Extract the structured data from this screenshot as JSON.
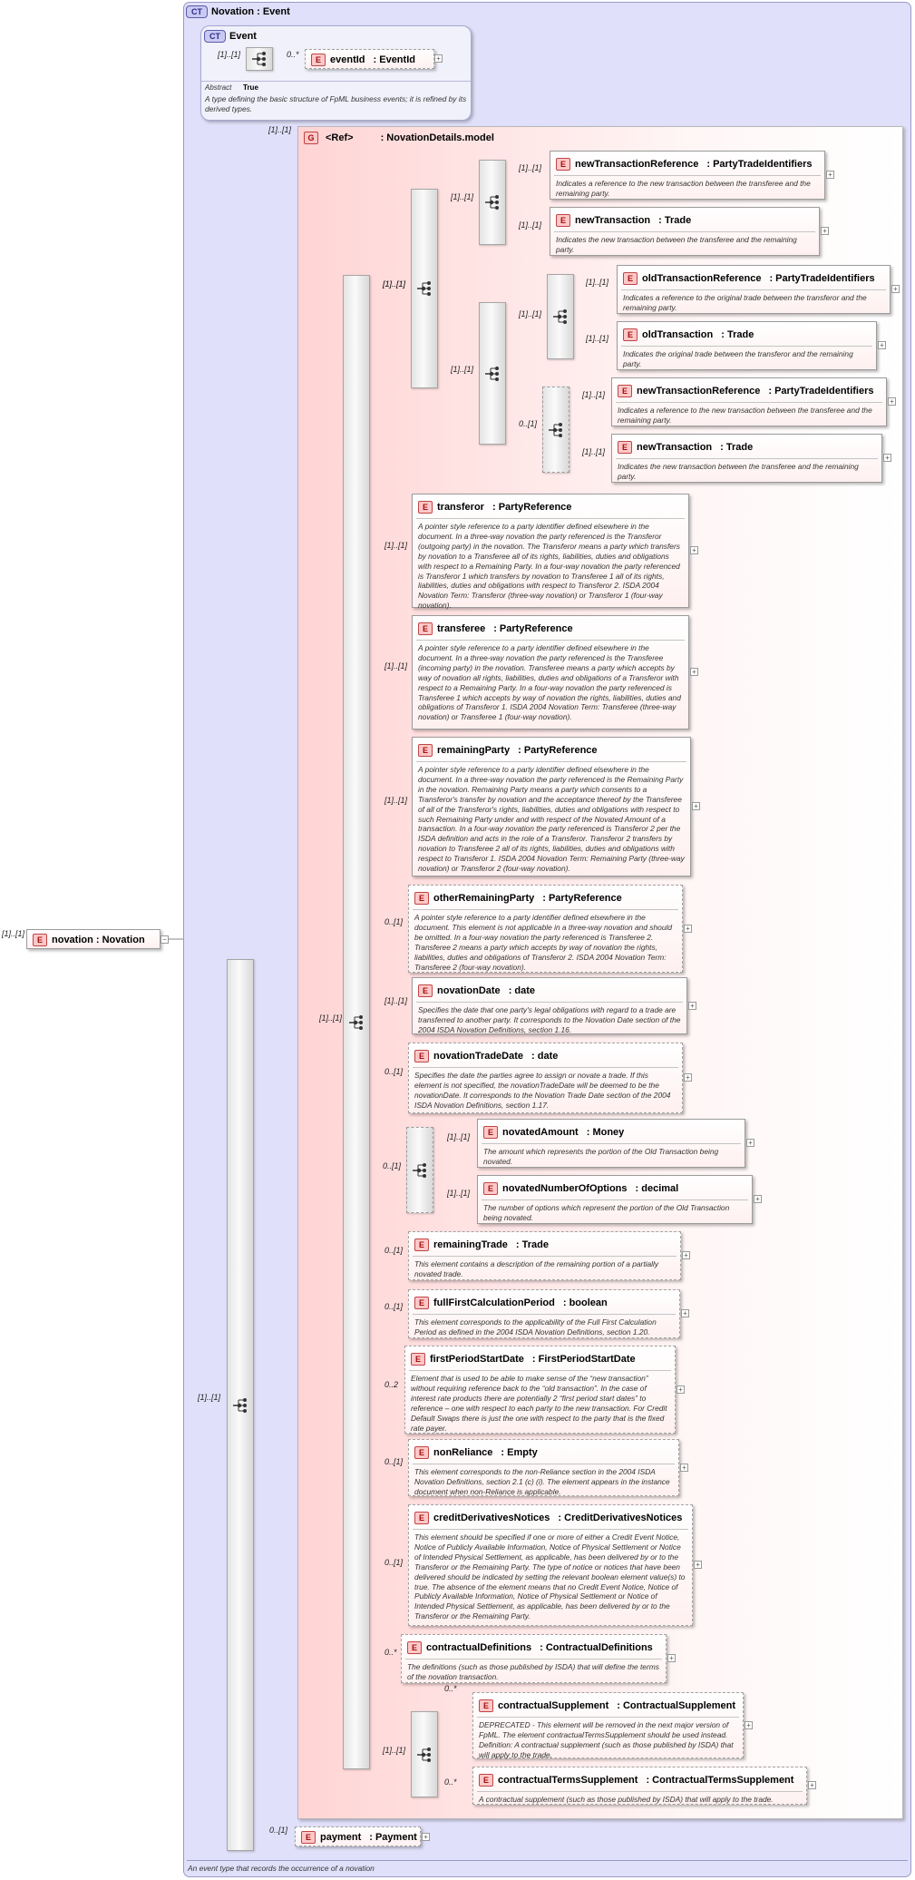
{
  "complex_type": {
    "badge": "CT",
    "title": "Novation : Event",
    "footer": "An event type that records the occurrence of a novation"
  },
  "root_element": {
    "badge": "E",
    "label": "novation : Novation",
    "card": "[1]..[1]"
  },
  "event_type": {
    "badge": "CT",
    "title": "Event",
    "seq_card": "[1]..[1]",
    "child_card": "0..*",
    "child_badge": "E",
    "child_name": "eventId",
    "child_type": ": EventId",
    "abstract_label": "Abstract",
    "abstract_value": "True",
    "description": "A type defining the basic structure of FpML business events; it is refined by its derived types."
  },
  "group": {
    "badge": "G",
    "ref": "<Ref>",
    "name": ": NovationDetails.model",
    "card": "[1]..[1]"
  },
  "cards": {
    "root_seq": "[1]..[1]",
    "main_seq": "[1]..[1]",
    "choice_seq": "[1]..[1]",
    "inner_seq_a": "[1]..[1]",
    "inner_seq_b": "[1]..[1]",
    "inner_seq_b_1": "[1]..[1]",
    "inner_seq_b_2": "0..[1]",
    "novated_choice": "0..[1]",
    "supp_seq": "[1]..[1]",
    "payment": "0..[1]"
  },
  "elements": [
    {
      "id": "newTransactionReference_a",
      "name": "newTransactionReference",
      "type": ": PartyTradeIdentifiers",
      "card": "[1]..[1]",
      "optional": false,
      "desc": "Indicates a reference to the new transaction between the transferee and the remaining party."
    },
    {
      "id": "newTransaction_a",
      "name": "newTransaction",
      "type": ": Trade",
      "card": "[1]..[1]",
      "optional": false,
      "desc": "Indicates the new transaction between the transferee and the remaining party."
    },
    {
      "id": "oldTransactionReference",
      "name": "oldTransactionReference",
      "type": ": PartyTradeIdentifiers",
      "card": "[1]..[1]",
      "optional": false,
      "desc": "Indicates a reference to the original trade between the transferor and the remaining party."
    },
    {
      "id": "oldTransaction",
      "name": "oldTransaction",
      "type": ": Trade",
      "card": "[1]..[1]",
      "optional": false,
      "desc": "Indicates the original trade between the transferor and the remaining party."
    },
    {
      "id": "newTransactionReference_b",
      "name": "newTransactionReference",
      "type": ": PartyTradeIdentifiers",
      "card": "[1]..[1]",
      "optional": false,
      "desc": "Indicates a reference to the new transaction between the transferee and the remaining party."
    },
    {
      "id": "newTransaction_b",
      "name": "newTransaction",
      "type": ": Trade",
      "card": "[1]..[1]",
      "optional": false,
      "desc": "Indicates the new transaction between the transferee and the remaining party."
    },
    {
      "id": "transferor",
      "name": "transferor",
      "type": ": PartyReference",
      "card": "[1]..[1]",
      "optional": false,
      "desc": "A pointer style reference to a party identifier defined elsewhere in the document. In a three-way novation the party referenced is the Transferor (outgoing party) in the novation. The Transferor means a party which transfers by novation to a Transferee all of its rights, liabilities, duties and obligations with respect to a Remaining Party. In a four-way novation the party referenced is Transferor 1 which transfers by novation to Transferee 1 all of its rights, liabilities, duties and obligations with respect to Transferor 2. ISDA 2004 Novation Term: Transferor (three-way novation) or Transferor 1 (four-way novation)."
    },
    {
      "id": "transferee",
      "name": "transferee",
      "type": ": PartyReference",
      "card": "[1]..[1]",
      "optional": false,
      "desc": "A pointer style reference to a party identifier defined elsewhere in the document. In a three-way novation the party referenced is the Transferee (incoming party) in the novation. Transferee means a party which accepts by way of novation all rights, liabilities, duties and obligations of a Transferor with respect to a Remaining Party. In a four-way novation the party referenced is Transferee 1 which accepts by way of novation the rights, liabilities, duties and obligations of Transferor 1. ISDA 2004 Novation Term: Transferee (three-way novation) or Transferee 1 (four-way novation)."
    },
    {
      "id": "remainingParty",
      "name": "remainingParty",
      "type": ": PartyReference",
      "card": "[1]..[1]",
      "optional": false,
      "desc": "A pointer style reference to a party identifier defined elsewhere in the document. In a three-way novation the party referenced is the Remaining Party in the novation. Remaining Party means a party which consents to a Transferor's transfer by novation and the acceptance thereof by the Transferee of all of the Transferor's rights, liabilities, duties and obligations with respect to such Remaining Party under and with respect of the Novated Amount of a transaction. In a four-way novation the party referenced is Transferor 2 per the ISDA definition and acts in the role of a Transferor. Transferor 2 transfers by novation to Transferee 2 all of its rights, liabilities, duties and obligations with respect to Transferor 1. ISDA 2004 Novation Term: Remaining Party (three-way novation) or Transferor 2 (four-way novation)."
    },
    {
      "id": "otherRemainingParty",
      "name": "otherRemainingParty",
      "type": ": PartyReference",
      "card": "0..[1]",
      "optional": true,
      "desc": "A pointer style reference to a party identifier defined elsewhere in the document. This element is not applicable in a three-way novation and should be omitted. In a four-way novation the party referenced is Transferee 2. Transferee 2 means a party which accepts by way of novation the rights, liabilities, duties and obligations of Transferor 2. ISDA 2004 Novation Term: Transferee 2 (four-way novation)."
    },
    {
      "id": "novationDate",
      "name": "novationDate",
      "type": ": date",
      "card": "[1]..[1]",
      "optional": false,
      "desc": "Specifies the date that one party's legal obligations with regard to a trade are transferred to another party. It corresponds to the Novation Date section of the 2004 ISDA Novation Definitions, section 1.16."
    },
    {
      "id": "novationTradeDate",
      "name": "novationTradeDate",
      "type": ": date",
      "card": "0..[1]",
      "optional": true,
      "desc": "Specifies the date the parties agree to assign or novate a trade. If this element is not specified, the novationTradeDate will be deemed to be the novationDate. It corresponds to the Novation Trade Date section of the 2004 ISDA Novation Definitions, section 1.17."
    },
    {
      "id": "novatedAmount",
      "name": "novatedAmount",
      "type": ": Money",
      "card": "[1]..[1]",
      "optional": false,
      "desc": "The amount which represents the portion of the Old Transaction being novated."
    },
    {
      "id": "novatedNumberOfOptions",
      "name": "novatedNumberOfOptions",
      "type": ": decimal",
      "card": "[1]..[1]",
      "optional": false,
      "desc": "The number of options which represent the portion of the Old Transaction being novated."
    },
    {
      "id": "remainingTrade",
      "name": "remainingTrade",
      "type": ": Trade",
      "card": "0..[1]",
      "optional": true,
      "desc": "This element contains a description of the remaining portion of a partially novated trade."
    },
    {
      "id": "fullFirstCalculationPeriod",
      "name": "fullFirstCalculationPeriod",
      "type": ": boolean",
      "card": "0..[1]",
      "optional": true,
      "desc": "This element corresponds to the applicability of the Full First Calculation Period as defined in the 2004 ISDA Novation Definitions, section 1.20."
    },
    {
      "id": "firstPeriodStartDate",
      "name": "firstPeriodStartDate",
      "type": ": FirstPeriodStartDate",
      "card": "0..2",
      "optional": true,
      "desc": "Element that is used to be able to make sense of the “new transaction” without requiring reference back to the “old transaction”. In the case of interest rate products there are potentially 2 “first period start dates” to reference – one with respect to each party to the new transaction. For Credit Default Swaps there is just the one with respect to the party that is the fixed rate payer."
    },
    {
      "id": "nonReliance",
      "name": "nonReliance",
      "type": ": Empty",
      "card": "0..[1]",
      "optional": true,
      "desc": "This element corresponds to the non-Reliance section in the 2004 ISDA Novation Definitions, section 2.1 (c) (i). The element appears in the instance document when non-Reliance is applicable."
    },
    {
      "id": "creditDerivativesNotices",
      "name": "creditDerivativesNotices",
      "type": ": CreditDerivativesNotices",
      "card": "0..[1]",
      "optional": true,
      "desc": "This element should be specified if one or more of either a Credit Event Notice, Notice of Publicly Available Information, Notice of Physical Settlement or Notice of Intended Physical Settlement, as applicable, has been delivered by or to the Transferor or the Remaining Party. The type of notice or notices that have been delivered should be indicated by setting the relevant boolean element value(s) to true. The absence of the element means that no Credit Event Notice, Notice of Publicly Available Information, Notice of Physical Settlement or Notice of Intended Physical Settlement, as applicable, has been delivered by or to the Transferor or the Remaining Party."
    },
    {
      "id": "contractualDefinitions",
      "name": "contractualDefinitions",
      "type": ": ContractualDefinitions",
      "card": "0..*",
      "optional": true,
      "desc": "The definitions (such as those published by ISDA) that will define the terms of the novation transaction."
    },
    {
      "id": "contractualSupplement",
      "name": "contractualSupplement",
      "type": ": ContractualSupplement",
      "card": "0..*",
      "optional": true,
      "desc": "DEPRECATED - This element will be removed in the next major version of FpML. The element contractualTermsSupplement should be used instead. Definition: A contractual supplement (such as those published by ISDA) that will apply to the trade."
    },
    {
      "id": "contractualTermsSupplement",
      "name": "contractualTermsSupplement",
      "type": ": ContractualTermsSupplement",
      "card": "0..*",
      "optional": true,
      "desc": "A contractual supplement (such as those published by ISDA) that will apply to the trade."
    },
    {
      "id": "payment",
      "name": "payment",
      "type": ": Payment",
      "card": "0..[1]",
      "optional": true,
      "desc": ""
    }
  ]
}
